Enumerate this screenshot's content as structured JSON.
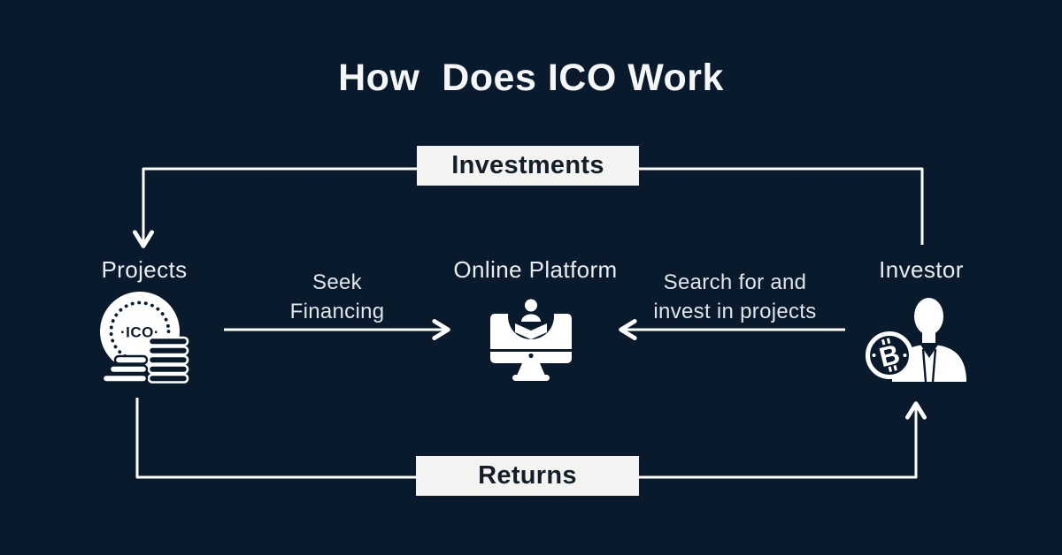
{
  "page": {
    "title": "How  Does ICO Work"
  },
  "colors": {
    "background": "#081A2B",
    "line": "#FFFFFF",
    "box_background": "#F3F3F1",
    "box_text": "#131E28",
    "label_text": "#E9EDF0"
  },
  "nodes": {
    "projects": {
      "label": "Projects",
      "icon": "ico-coin-icon"
    },
    "platform": {
      "label": "Online Platform",
      "icon": "monitor-user-icon"
    },
    "investor": {
      "label": "Investor",
      "icon": "investor-bitcoin-icon"
    }
  },
  "edges": {
    "investments": {
      "label": "Investments"
    },
    "returns": {
      "label": "Returns"
    },
    "seek_financing": {
      "line1": "Seek",
      "line2": "Financing"
    },
    "search_invest": {
      "line1": "Search for and",
      "line2": "invest in projects"
    }
  },
  "icon_text": {
    "coin_label": "·ICO·",
    "bitcoin_symbol": "B"
  }
}
